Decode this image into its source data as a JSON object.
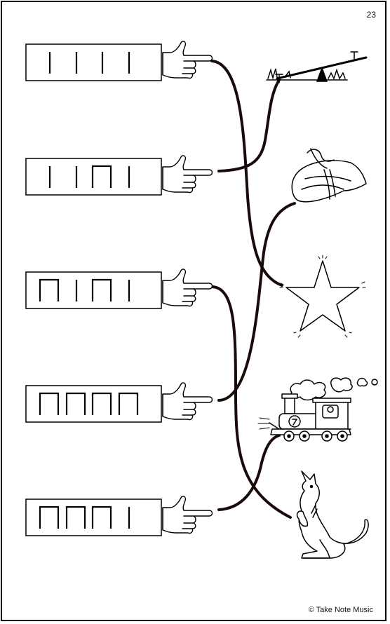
{
  "page": {
    "number": "23",
    "copyright": "© Take Note Music"
  },
  "rhythm_rows": [
    {
      "id": "row-1",
      "pattern": [
        "quarter",
        "quarter",
        "quarter",
        "quarter"
      ]
    },
    {
      "id": "row-2",
      "pattern": [
        "quarter",
        "quarter",
        "eighths",
        "quarter"
      ]
    },
    {
      "id": "row-3",
      "pattern": [
        "eighths",
        "quarter",
        "eighths",
        "quarter"
      ]
    },
    {
      "id": "row-4",
      "pattern": [
        "eighths",
        "eighths",
        "eighths",
        "eighths"
      ]
    },
    {
      "id": "row-5",
      "pattern": [
        "eighths",
        "eighths",
        "eighths",
        "quarter"
      ]
    }
  ],
  "pictures": [
    {
      "id": "seesaw",
      "icon": "seesaw-icon"
    },
    {
      "id": "pillow",
      "icon": "pillow-icon"
    },
    {
      "id": "star",
      "icon": "star-icon"
    },
    {
      "id": "train",
      "icon": "train-icon"
    },
    {
      "id": "kangaroo",
      "icon": "kangaroo-icon"
    }
  ],
  "connections": [
    {
      "from": "row-1",
      "to": "star"
    },
    {
      "from": "row-2",
      "to": "seesaw"
    },
    {
      "from": "row-3",
      "to": "kangaroo"
    },
    {
      "from": "row-4",
      "to": "pillow"
    },
    {
      "from": "row-5",
      "to": "train"
    }
  ],
  "colors": {
    "line": "#1a0a0a",
    "ink": "#000000",
    "paper": "#ffffff"
  }
}
